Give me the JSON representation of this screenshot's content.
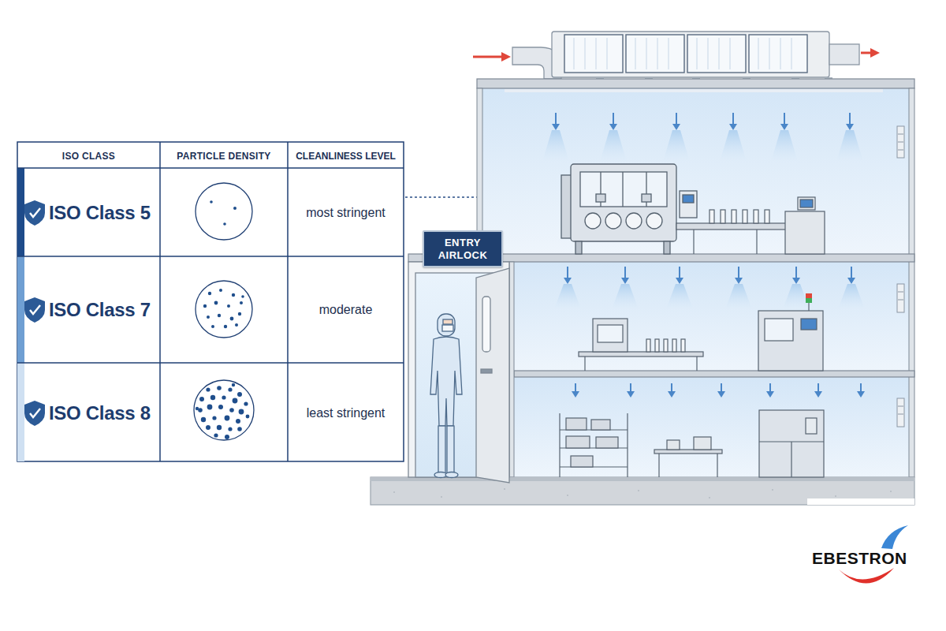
{
  "diagram": {
    "nodes": [
      {
        "text": [
          "ENTRY AIRLOCK"
        ]
      }
    ],
    "labels": [
      "ISO CLASS",
      "PARTICLE DENSITY",
      "CLEANLINESS LEVEL",
      "ISO Class 5",
      "most stringent",
      "ISO Class 7",
      "moderate",
      "ISO Class 8",
      "least stringent",
      "EBESTRON"
    ]
  }
}
